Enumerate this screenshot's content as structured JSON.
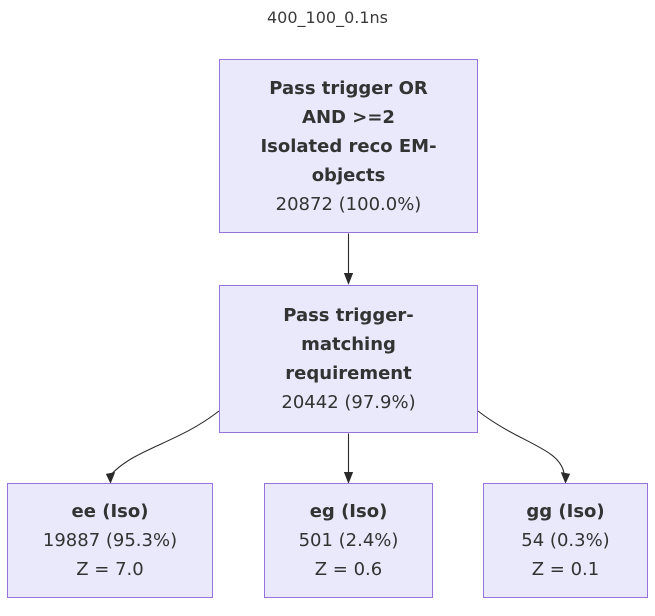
{
  "title": "400_100_0.1ns",
  "colors": {
    "node_fill": "#E9E9FB",
    "node_border": "#9673DB",
    "arrow": "#2B2B2B",
    "text": "#333333",
    "bg": "#FFFFFF"
  },
  "nodes": {
    "root": {
      "lines": [
        "Pass trigger OR",
        "AND >=2",
        "Isolated reco EM-",
        "objects"
      ],
      "count": "20872 (100.0%)"
    },
    "match": {
      "lines": [
        "Pass trigger-",
        "matching",
        "requirement"
      ],
      "count": "20442 (97.9%)"
    },
    "ee": {
      "label": "ee (Iso)",
      "count": "19887 (95.3%)",
      "z": "Z = 7.0"
    },
    "eg": {
      "label": "eg (Iso)",
      "count": "501 (2.4%)",
      "z": "Z = 0.6"
    },
    "gg": {
      "label": "gg (Iso)",
      "count": "54 (0.3%)",
      "z": "Z = 0.1"
    }
  }
}
